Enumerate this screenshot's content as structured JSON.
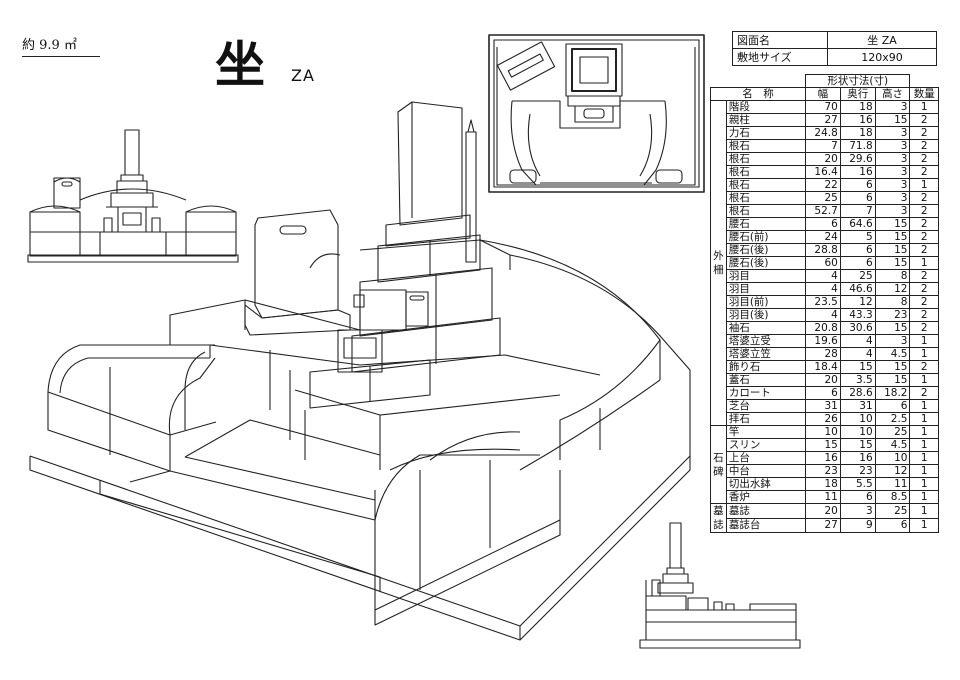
{
  "header": {
    "area": "約 9.9 ㎡",
    "title": "坐",
    "code": "ZA"
  },
  "info": [
    {
      "key": "図面名",
      "value": "坐 ZA"
    },
    {
      "key": "敷地サイズ",
      "value": "120x90"
    }
  ],
  "spec": {
    "caption": "形状寸法(寸)",
    "headers": {
      "name": "名　称",
      "width": "幅",
      "depth": "奥行",
      "height": "高さ",
      "qty": "数量"
    },
    "groups": [
      {
        "label": "外柵",
        "rows": [
          {
            "name": "階段",
            "w": "70",
            "d": "18",
            "h": "3",
            "q": "1"
          },
          {
            "name": "親柱",
            "w": "27",
            "d": "16",
            "h": "15",
            "q": "2"
          },
          {
            "name": "力石",
            "w": "24.8",
            "d": "18",
            "h": "3",
            "q": "2"
          },
          {
            "name": "根石",
            "w": "7",
            "d": "71.8",
            "h": "3",
            "q": "2"
          },
          {
            "name": "根石",
            "w": "20",
            "d": "29.6",
            "h": "3",
            "q": "2"
          },
          {
            "name": "根石",
            "w": "16.4",
            "d": "16",
            "h": "3",
            "q": "2"
          },
          {
            "name": "根石",
            "w": "22",
            "d": "6",
            "h": "3",
            "q": "1"
          },
          {
            "name": "根石",
            "w": "25",
            "d": "6",
            "h": "3",
            "q": "2"
          },
          {
            "name": "根石",
            "w": "52.7",
            "d": "7",
            "h": "3",
            "q": "2"
          },
          {
            "name": "腰石",
            "w": "6",
            "d": "64.6",
            "h": "15",
            "q": "2"
          },
          {
            "name": "腰石(前)",
            "w": "24",
            "d": "5",
            "h": "15",
            "q": "2"
          },
          {
            "name": "腰石(後)",
            "w": "28.8",
            "d": "6",
            "h": "15",
            "q": "2"
          },
          {
            "name": "腰石(後)",
            "w": "60",
            "d": "6",
            "h": "15",
            "q": "1"
          },
          {
            "name": "羽目",
            "w": "4",
            "d": "25",
            "h": "8",
            "q": "2"
          },
          {
            "name": "羽目",
            "w": "4",
            "d": "46.6",
            "h": "12",
            "q": "2"
          },
          {
            "name": "羽目(前)",
            "w": "23.5",
            "d": "12",
            "h": "8",
            "q": "2"
          },
          {
            "name": "羽目(後)",
            "w": "4",
            "d": "43.3",
            "h": "23",
            "q": "2"
          },
          {
            "name": "袖石",
            "w": "20.8",
            "d": "30.6",
            "h": "15",
            "q": "2"
          },
          {
            "name": "塔婆立受",
            "w": "19.6",
            "d": "4",
            "h": "3",
            "q": "1"
          },
          {
            "name": "塔婆立笠",
            "w": "28",
            "d": "4",
            "h": "4.5",
            "q": "1"
          },
          {
            "name": "飾り石",
            "w": "18.4",
            "d": "15",
            "h": "15",
            "q": "2"
          },
          {
            "name": "蓋石",
            "w": "20",
            "d": "3.5",
            "h": "15",
            "q": "1"
          },
          {
            "name": "カロート",
            "w": "6",
            "d": "28.6",
            "h": "18.2",
            "q": "2"
          },
          {
            "name": "芝台",
            "w": "31",
            "d": "31",
            "h": "6",
            "q": "1"
          },
          {
            "name": "拝石",
            "w": "26",
            "d": "10",
            "h": "2.5",
            "q": "1"
          }
        ]
      },
      {
        "label": "石碑",
        "rows": [
          {
            "name": "竿",
            "w": "10",
            "d": "10",
            "h": "25",
            "q": "1"
          },
          {
            "name": "スリン",
            "w": "15",
            "d": "15",
            "h": "4.5",
            "q": "1"
          },
          {
            "name": "上台",
            "w": "16",
            "d": "16",
            "h": "10",
            "q": "1"
          },
          {
            "name": "中台",
            "w": "23",
            "d": "23",
            "h": "12",
            "q": "1"
          },
          {
            "name": "切出水鉢",
            "w": "18",
            "d": "5.5",
            "h": "11",
            "q": "1"
          },
          {
            "name": "香炉",
            "w": "11",
            "d": "6",
            "h": "8.5",
            "q": "1"
          }
        ]
      },
      {
        "label": "墓誌",
        "rows": [
          {
            "name": "墓誌",
            "w": "20",
            "d": "3",
            "h": "25",
            "q": "1"
          },
          {
            "name": "墓誌台",
            "w": "27",
            "d": "9",
            "h": "6",
            "q": "1"
          }
        ]
      }
    ]
  }
}
